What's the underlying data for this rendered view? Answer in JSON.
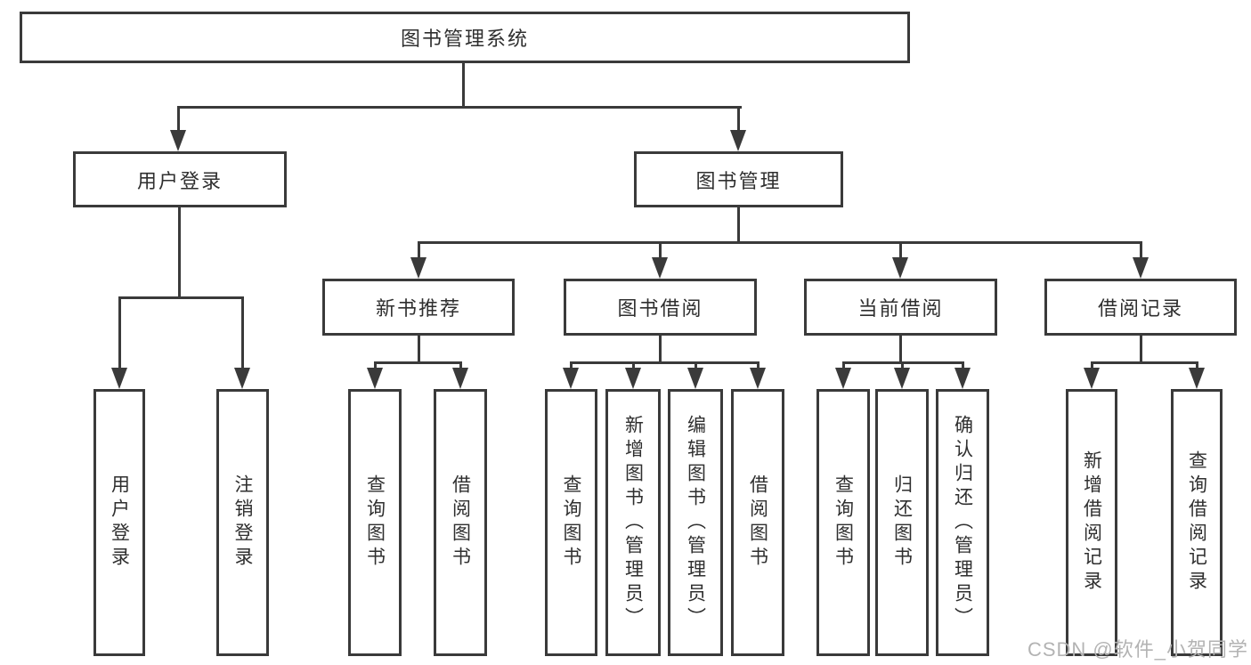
{
  "diagram": {
    "title": "图书管理系统",
    "watermark": "CSDN @软件_小贺同学",
    "colors": {
      "line": "#3a3a3a",
      "text": "#2f2f2f",
      "watermark": "#b3b3b3",
      "background": "#ffffff"
    }
  },
  "nodes": {
    "root": {
      "label": "图书管理系统"
    },
    "user_login": {
      "label": "用户登录"
    },
    "book_management": {
      "label": "图书管理"
    },
    "new_book": {
      "label": "新书推荐"
    },
    "book_borrow": {
      "label": "图书借阅"
    },
    "current_borrow": {
      "label": "当前借阅"
    },
    "borrow_record": {
      "label": "借阅记录"
    },
    "leaf_user_login": {
      "label": "用户登录"
    },
    "leaf_logout": {
      "label": "注销登录"
    },
    "leaf_nb_query": {
      "label": "查询图书"
    },
    "leaf_nb_borrow": {
      "label": "借阅图书"
    },
    "leaf_bb_query": {
      "label": "查询图书"
    },
    "leaf_bb_add": {
      "label": "新增图书（管理员）"
    },
    "leaf_bb_edit": {
      "label": "编辑图书（管理员）"
    },
    "leaf_bb_borrow": {
      "label": "借阅图书"
    },
    "leaf_cb_query": {
      "label": "查询图书"
    },
    "leaf_cb_return": {
      "label": "归还图书"
    },
    "leaf_cb_confirm": {
      "label": "确认归还（管理员）"
    },
    "leaf_br_add": {
      "label": "新增借阅记录"
    },
    "leaf_br_query": {
      "label": "查询借阅记录"
    }
  },
  "hierarchy": {
    "图书管理系统": {
      "用户登录": [
        "用户登录",
        "注销登录"
      ],
      "图书管理": {
        "新书推荐": [
          "查询图书",
          "借阅图书"
        ],
        "图书借阅": [
          "查询图书",
          "新增图书（管理员）",
          "编辑图书（管理员）",
          "借阅图书"
        ],
        "当前借阅": [
          "查询图书",
          "归还图书",
          "确认归还（管理员）"
        ],
        "借阅记录": [
          "新增借阅记录",
          "查询借阅记录"
        ]
      }
    }
  }
}
